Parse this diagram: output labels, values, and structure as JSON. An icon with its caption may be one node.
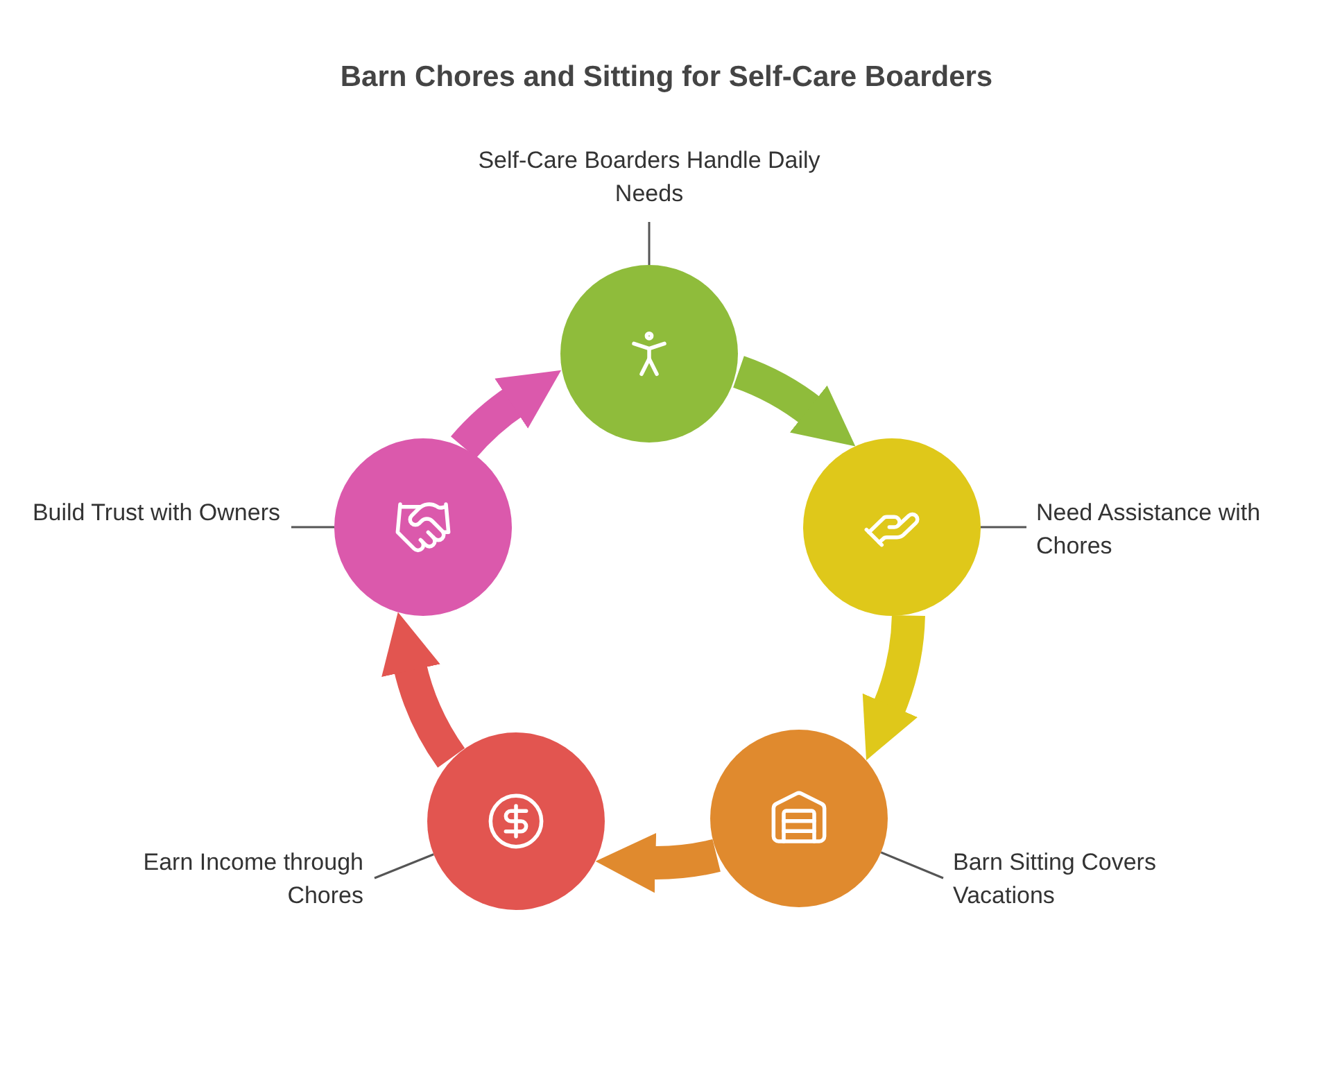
{
  "diagram": {
    "title": "Barn Chores and Sitting for Self-Care Boarders",
    "nodes": [
      {
        "text": [],
        "shape": "circle"
      },
      {
        "text": [],
        "shape": "circle"
      },
      {
        "text": [],
        "shape": "circle"
      },
      {
        "text": [],
        "shape": "circle"
      },
      {
        "text": [],
        "shape": "circle"
      },
      {
        "text": [
          "Self-Care Boarders Handle Daily Needs"
        ]
      },
      {
        "text": [
          "Need Assistance with Chores"
        ]
      },
      {
        "text": [
          "Barn Sitting Covers Vacations"
        ]
      },
      {
        "text": [
          "Earn Income through Chores"
        ]
      },
      {
        "text": [
          "Build Trust with Owners"
        ]
      }
    ],
    "edges": [
      {
        "from": 0,
        "to": 1,
        "arrow": "to",
        "style": "thick",
        "color": "#8fbc3b"
      },
      {
        "from": 1,
        "to": 2,
        "arrow": "to",
        "style": "thick",
        "color": "#dfc81a"
      },
      {
        "from": 2,
        "to": 3,
        "arrow": "to",
        "style": "thick",
        "color": "#e08a2e"
      },
      {
        "from": 3,
        "to": 4,
        "arrow": "to",
        "style": "thick",
        "color": "#e25550"
      },
      {
        "from": 4,
        "to": 0,
        "arrow": "to",
        "style": "thick",
        "color": "#db59ac"
      },
      {
        "from": 5,
        "to": 0,
        "arrow": "none"
      },
      {
        "from": 6,
        "to": 1,
        "arrow": "none"
      },
      {
        "from": 7,
        "to": 2,
        "arrow": "none"
      },
      {
        "from": 8,
        "to": 3,
        "arrow": "none"
      },
      {
        "from": 9,
        "to": 4,
        "arrow": "none"
      }
    ]
  }
}
